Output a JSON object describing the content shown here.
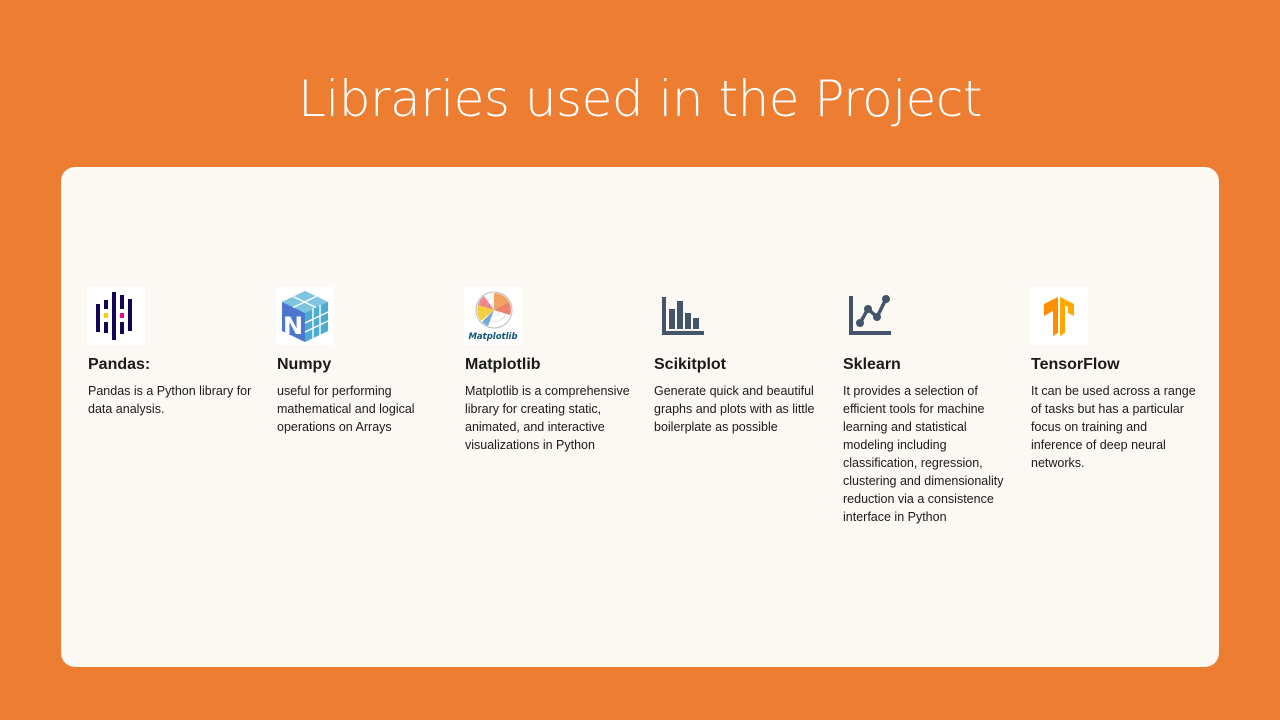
{
  "slide": {
    "title": "Libraries used in the Project"
  },
  "libraries": [
    {
      "name": "Pandas:",
      "icon": "pandas-logo-icon",
      "description": "Pandas is a Python library for data analysis."
    },
    {
      "name": "Numpy",
      "icon": "numpy-logo-icon",
      "description": "useful for performing mathematical and logical operations on Arrays"
    },
    {
      "name": "Matplotlib",
      "icon": "matplotlib-logo-icon",
      "logo_text": "Matplotlib",
      "description": "Matplotlib is a comprehensive library for creating static, animated, and interactive visualizations in Python"
    },
    {
      "name": "Scikitplot",
      "icon": "bar-chart-icon",
      "description": "Generate quick and beautiful graphs and plots with as little boilerplate as possible"
    },
    {
      "name": "Sklearn",
      "icon": "line-chart-icon",
      "description": "It provides a selection of efficient tools for machine learning and statistical modeling including classification, regression, clustering and dimensionality reduction via a consistence interface in Python"
    },
    {
      "name": "TensorFlow",
      "icon": "tensorflow-logo-icon",
      "description": "It can be used across a range of tasks but has a particular focus on training and inference of deep neural networks."
    }
  ],
  "colors": {
    "background": "#ED7D31",
    "panel": "#FCF8F4",
    "pandas_dark": "#150458",
    "pandas_yellow": "#FFCA00",
    "pandas_pink": "#E70488",
    "numpy_light": "#4DABCF",
    "numpy_dark": "#4D77CF",
    "icon_gray": "#44546A",
    "tensorflow_orange": "#FF8F00"
  }
}
